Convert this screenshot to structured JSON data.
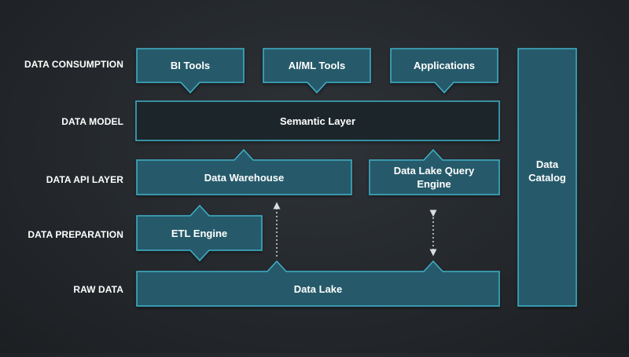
{
  "layers": [
    {
      "key": "consumption",
      "label": "DATA CONSUMPTION"
    },
    {
      "key": "model",
      "label": "DATA MODEL"
    },
    {
      "key": "api",
      "label": "DATA API LAYER"
    },
    {
      "key": "preparation",
      "label": "DATA PREPARATION"
    },
    {
      "key": "raw",
      "label": "RAW DATA"
    }
  ],
  "components": {
    "bi_tools": "BI Tools",
    "ai_ml_tools": "AI/ML Tools",
    "applications": "Applications",
    "semantic_layer": "Semantic Layer",
    "data_warehouse": "Data Warehouse",
    "data_lake_query_engine": "Data Lake Query Engine",
    "etl_engine": "ETL Engine",
    "data_lake": "Data Lake",
    "data_catalog": "Data Catalog"
  },
  "colors": {
    "box_fill": "#285a6a",
    "box_fill_dark": "#1f262b",
    "box_border": "#3fb0c8",
    "arrow": "#d8dde0"
  }
}
